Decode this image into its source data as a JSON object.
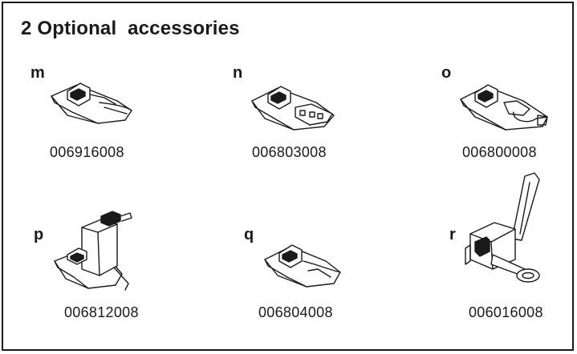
{
  "title": "2 Optional  accessories",
  "items": [
    {
      "letter": "m",
      "code": "006916008",
      "icon": "presser-foot-icon"
    },
    {
      "letter": "n",
      "code": "006803008",
      "icon": "presser-foot-icon"
    },
    {
      "letter": "o",
      "code": "006800008",
      "icon": "presser-foot-icon"
    },
    {
      "letter": "p",
      "code": "006812008",
      "icon": "side-cutter-foot-icon"
    },
    {
      "letter": "q",
      "code": "006804008",
      "icon": "presser-foot-icon"
    },
    {
      "letter": "r",
      "code": "006016008",
      "icon": "edge-guide-attachment-icon"
    }
  ]
}
